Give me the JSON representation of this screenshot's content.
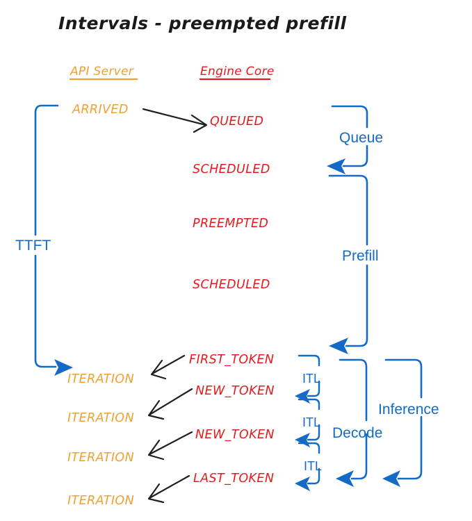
{
  "title": "Intervals - preempted prefill",
  "colors": {
    "api_server": "#f0a030",
    "engine_core": "#e8191c",
    "interval": "#1569c7",
    "arrow": "#1f1f1f",
    "background": "#ffffff"
  },
  "columns": {
    "api_server": "API Server",
    "engine_core": "Engine Core"
  },
  "events": {
    "api_server": [
      {
        "label": "ARRIVED"
      },
      {
        "label": "ITERATION"
      },
      {
        "label": "ITERATION"
      },
      {
        "label": "ITERATION"
      },
      {
        "label": "ITERATION"
      }
    ],
    "engine_core": [
      {
        "label": "QUEUED"
      },
      {
        "label": "SCHEDULED"
      },
      {
        "label": "PREEMPTED"
      },
      {
        "label": "SCHEDULED"
      },
      {
        "label": "FIRST_TOKEN"
      },
      {
        "label": "NEW_TOKEN"
      },
      {
        "label": "NEW_TOKEN"
      },
      {
        "label": "LAST_TOKEN"
      }
    ]
  },
  "intervals": [
    {
      "label": "TTFT"
    },
    {
      "label": "Queue"
    },
    {
      "label": "Prefill"
    },
    {
      "label": "ITL"
    },
    {
      "label": "ITL"
    },
    {
      "label": "ITL"
    },
    {
      "label": "Decode"
    },
    {
      "label": "Inference"
    }
  ]
}
